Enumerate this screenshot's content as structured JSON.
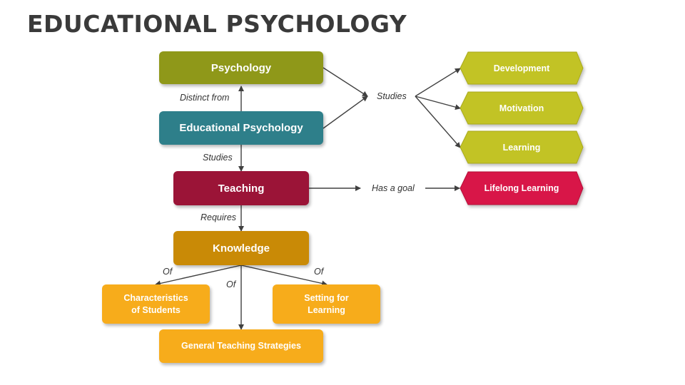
{
  "title": "EDUCATIONAL PSYCHOLOGY",
  "nodes": {
    "psychology": "Psychology",
    "educational_psychology": "Educational Psychology",
    "teaching": "Teaching",
    "knowledge": "Knowledge",
    "characteristics": "Characteristics\nof Students",
    "setting": "Setting for\nLearning",
    "strategies": "General Teaching Strategies",
    "development": "Development",
    "motivation": "Motivation",
    "learning": "Learning",
    "lifelong": "Lifelong Learning"
  },
  "edges": {
    "distinct_from": "Distinct from",
    "studies_left": "Studies",
    "studies_right": "Studies",
    "requires": "Requires",
    "has_goal": "Has a goal",
    "of_left": "Of",
    "of_center": "Of",
    "of_right": "Of"
  },
  "colors": {
    "olive": "#8f9819",
    "teal": "#2e7f8a",
    "crimson": "#9b1437",
    "gold": "#c98a06",
    "amber": "#f7ac1b",
    "lime": "#c2c325",
    "red": "#d81648"
  }
}
